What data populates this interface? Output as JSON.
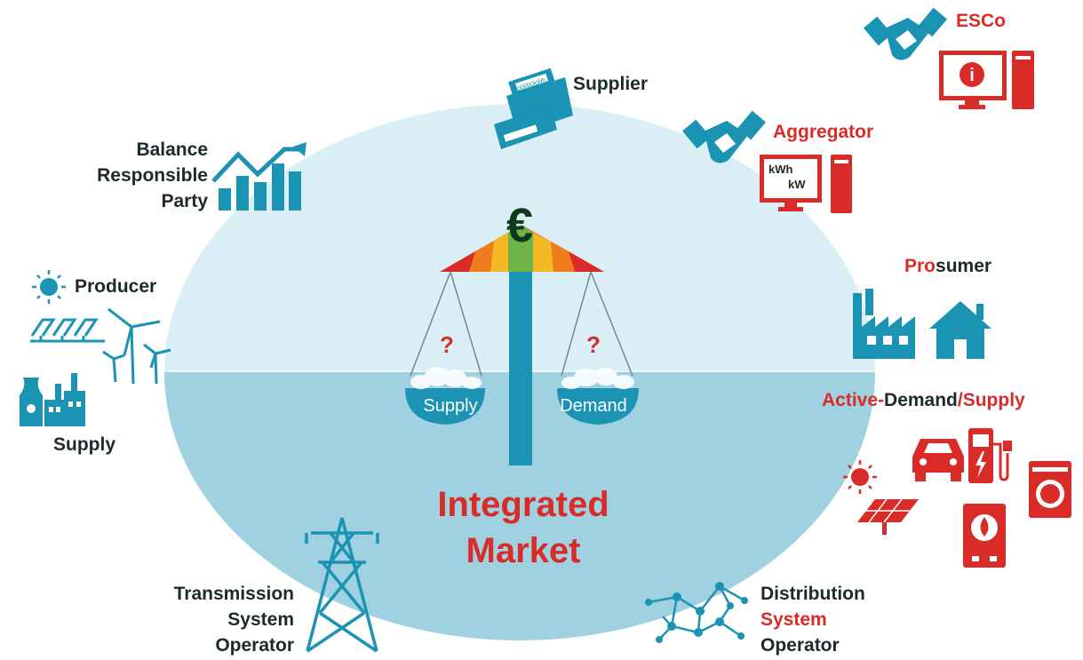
{
  "center": {
    "symbol": "€",
    "title_line1": "Integrated",
    "title_line2": "Market",
    "left_pan": {
      "label": "Supply",
      "mark": "?"
    },
    "right_pan": {
      "label": "Demand",
      "mark": "?"
    }
  },
  "meter_display": "00000kWh",
  "aggregator_screen": {
    "line1": "kWh",
    "line2": "kW"
  },
  "esco_screen_icon": "i",
  "actors": {
    "supplier": "Supplier",
    "brp": {
      "line1": "Balance",
      "line2": "Responsible",
      "line3": "Party"
    },
    "producer": "Producer",
    "supply": "Supply",
    "tso": {
      "line1": "Transmission",
      "line2": "System",
      "line3": "Operator"
    },
    "dso": {
      "line1": "Distribution",
      "line2": "System",
      "line3": "Operator"
    },
    "aggregator": "Aggregator",
    "esco": "ESCo",
    "prosumer": {
      "red": "Pro",
      "dark": "sumer"
    },
    "active": {
      "part1": "Active-",
      "part2": "Demand",
      "part3": "/Supply"
    }
  },
  "colors": {
    "teal": "#1b93b3",
    "red": "#d92b27",
    "dark_text": "#1d2a2c",
    "sky": "#d9eef5",
    "sea": "#9fd1e1",
    "scale_gradient": [
      "#d92b27",
      "#ef7d1e",
      "#f4b824",
      "#6fb446",
      "#f4b824",
      "#ef7d1e",
      "#d92b27"
    ]
  },
  "icons": [
    "cash-register-icon",
    "bar-chart-icon",
    "sun-icon",
    "solar-panels-icon",
    "wind-turbine-icon",
    "power-plant-icon",
    "pylon-icon",
    "network-icon",
    "handshake-icon",
    "monitor-icon",
    "factory-icon",
    "house-icon",
    "car-icon",
    "ev-charger-icon",
    "washing-machine-icon",
    "boiler-icon",
    "scale-icon"
  ]
}
